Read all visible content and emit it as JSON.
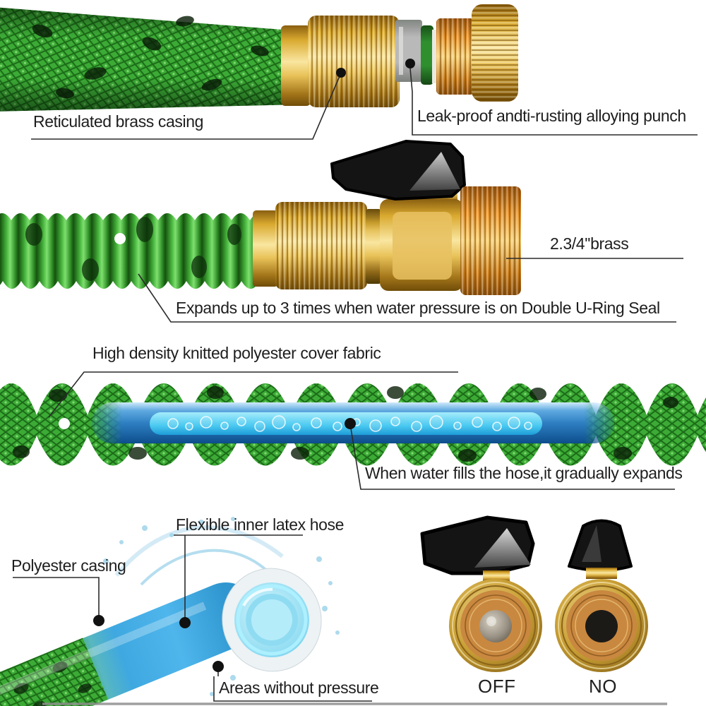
{
  "product": "Expandable garden hose annotated diagram",
  "labels": {
    "reticulated": "Reticulated brass casing",
    "leakproof": "Leak-proof andti-rusting alloying punch",
    "brass_size": "2.3/4''brass",
    "expands": "Expands up to 3 times when water pressure is on Double U-Ring Seal",
    "cover_fabric": "High density knitted polyester cover fabric",
    "water_fills": "When water fills the hose,it gradually expands",
    "inner_latex": "Flexible inner latex hose",
    "polyester_casing": "Polyester casing",
    "no_pressure": "Areas without pressure",
    "valve_off": "OFF",
    "valve_no": "NO"
  },
  "colors": {
    "hose_green": "#3cab36",
    "hose_dark_green": "#1c6b18",
    "brass_gold": "#d9a92f",
    "thread_orange": "#e8952f",
    "water_blue": "#2e7fc2",
    "inner_cyan": "#49c8f0",
    "lever_black": "#141414",
    "text": "#1e1e1e"
  }
}
